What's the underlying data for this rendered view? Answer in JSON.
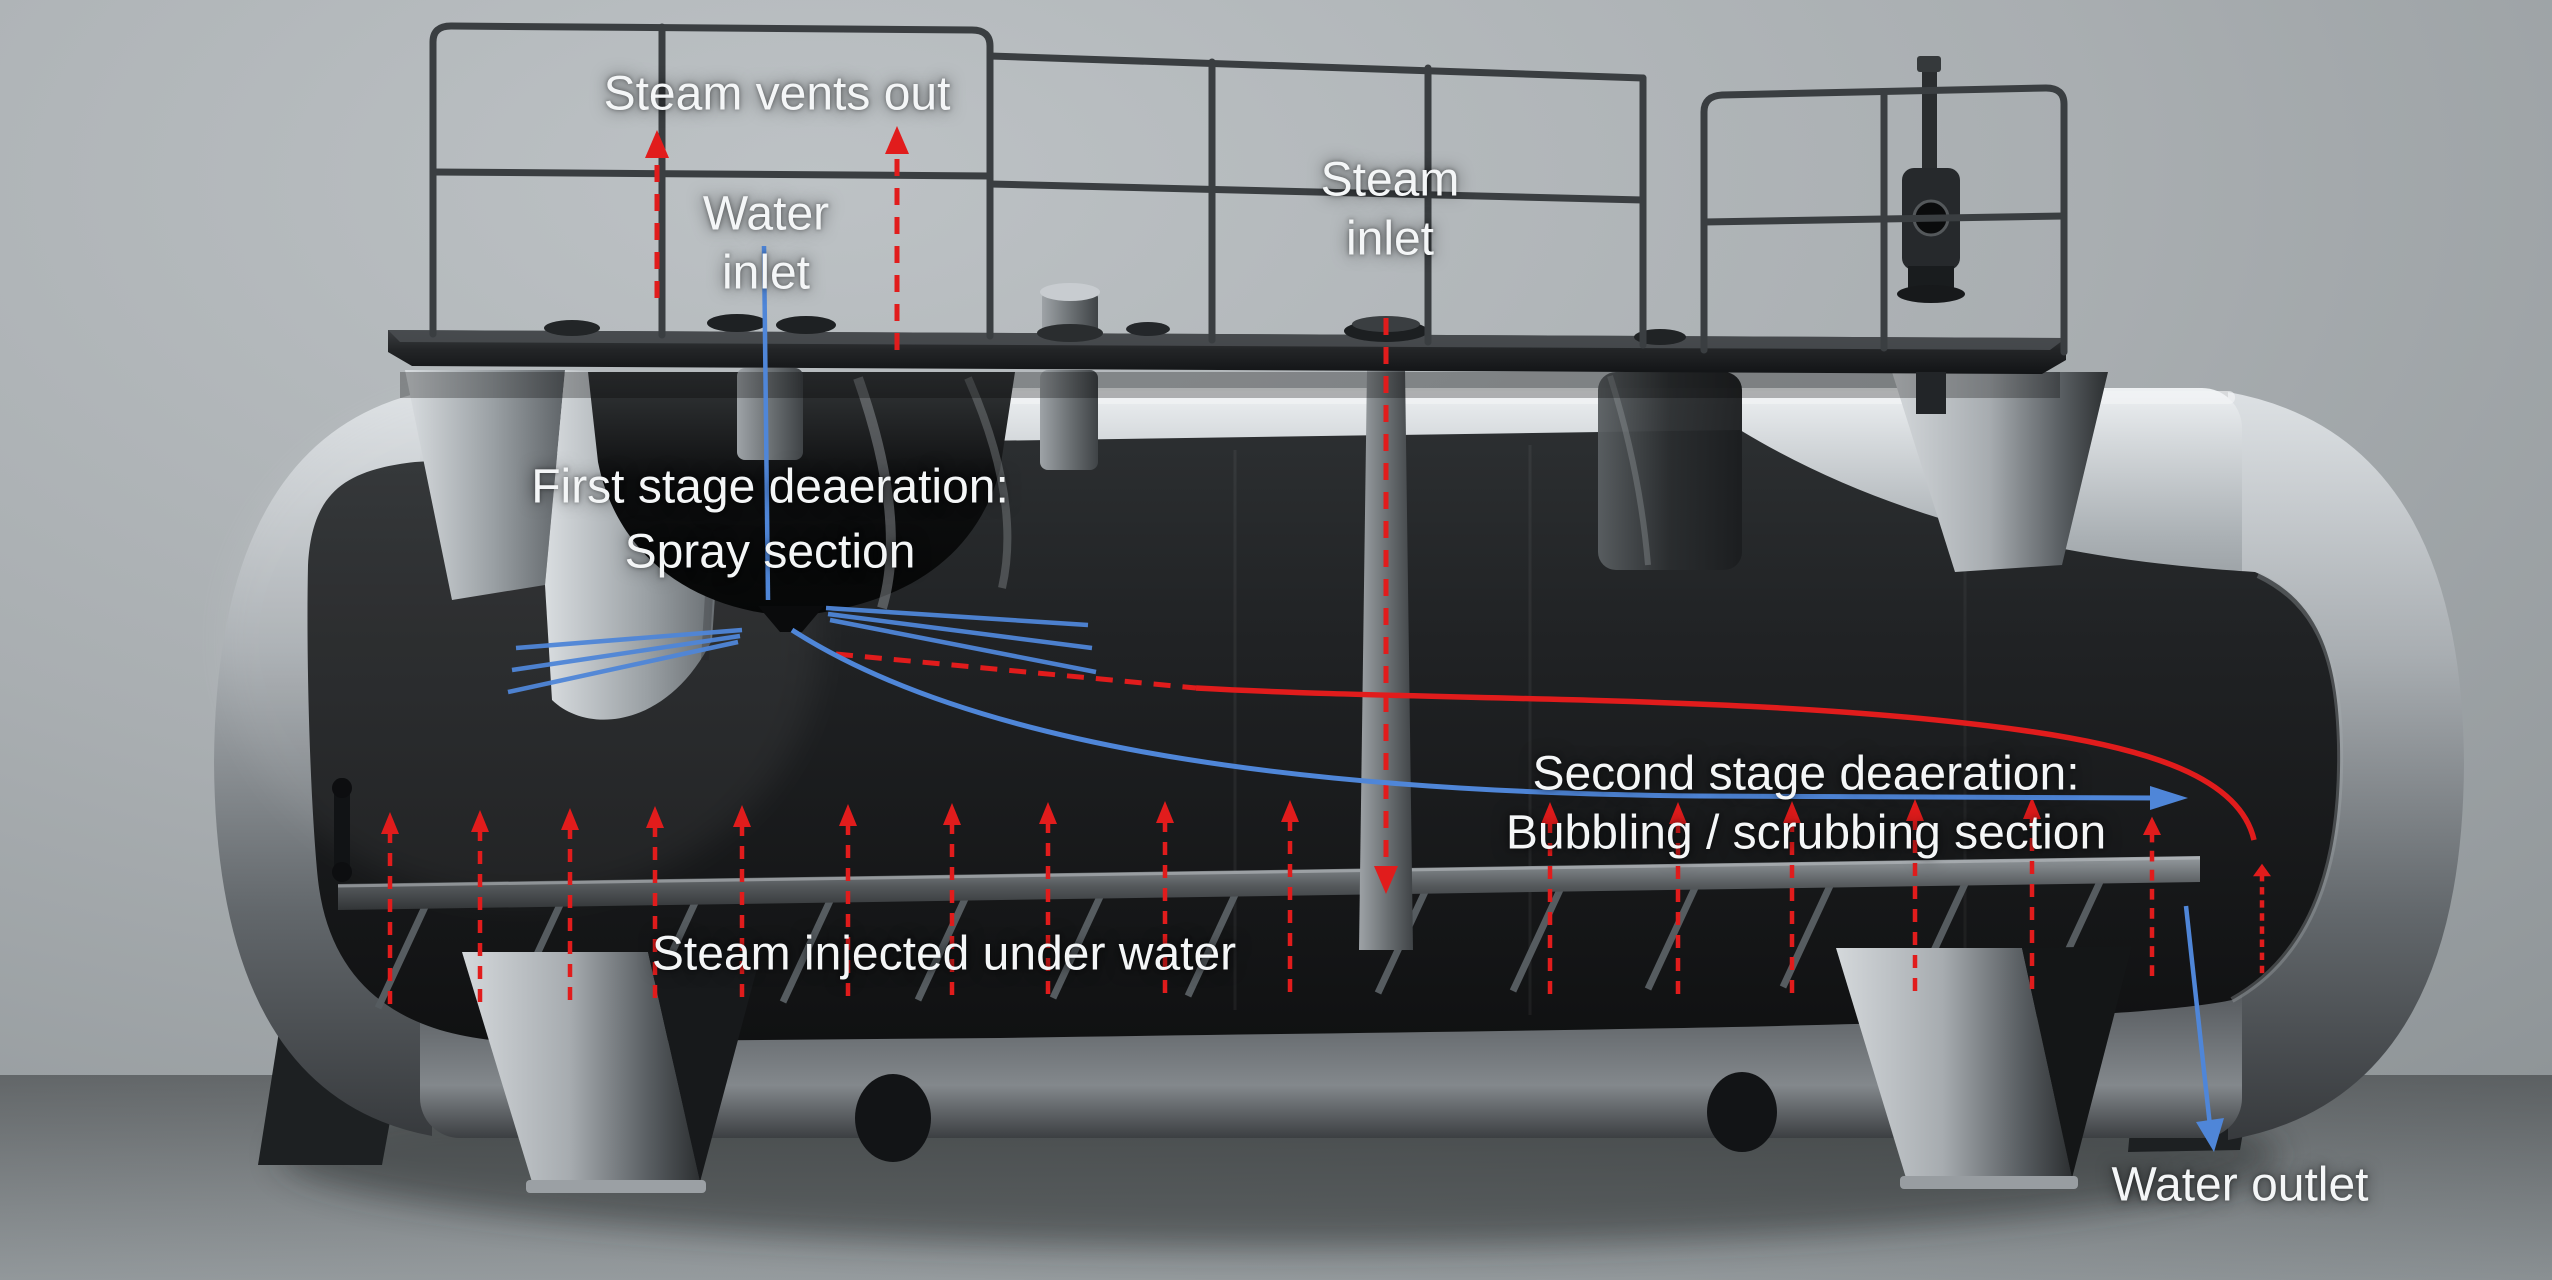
{
  "figure": {
    "type": "3d-cutaway-process-diagram",
    "subject": "Two-stage deaerator tank: spray deaeration and steam bubbling/scrubbing",
    "colors": {
      "steam_flow": "#e11c1c",
      "water_flow": "#4f86d8",
      "label_text": "#f4f6f7",
      "tank_silver": "#aeb3b7",
      "tank_interior": "#1c1e20",
      "background": "#a9aeb1"
    },
    "labels": {
      "steam_vents_out": {
        "text": "Steam vents out"
      },
      "water_inlet": {
        "line1": "Water",
        "line2": "inlet"
      },
      "steam_inlet": {
        "line1": "Steam",
        "line2": "inlet"
      },
      "first_stage": {
        "line1": "First stage deaeration:",
        "line2": "Spray section"
      },
      "second_stage": {
        "line1": "Second stage deaeration:",
        "line2": "Bubbling / scrubbing section"
      },
      "steam_injected": {
        "text": "Steam injected under water"
      },
      "water_outlet": {
        "text": "Water outlet"
      }
    },
    "flows": [
      {
        "name": "steam-vent",
        "medium": "steam",
        "style": "dashed",
        "direction": "up-through-deck",
        "arrow_count": 2
      },
      {
        "name": "steam-inlet-feed",
        "medium": "steam",
        "style": "dashed",
        "direction": "down-inlet-pipe",
        "arrow_count": 1
      },
      {
        "name": "steam-bubbles-underwater",
        "medium": "steam",
        "style": "dashed",
        "direction": "up-from-sparger",
        "arrow_count": 17
      },
      {
        "name": "steam-scrub-path",
        "medium": "steam",
        "style": "dashed-then-solid",
        "direction": "right-then-down-at-tank-end"
      },
      {
        "name": "water-inlet-feed",
        "medium": "water",
        "style": "solid",
        "direction": "down-to-spray-nozzle"
      },
      {
        "name": "water-spray-fan",
        "medium": "water",
        "style": "solid",
        "direction": "spray-left-right",
        "line_count": 6
      },
      {
        "name": "water-main-path",
        "medium": "water",
        "style": "solid-arrow",
        "direction": "curving-right"
      },
      {
        "name": "water-outlet-flow",
        "medium": "water",
        "style": "solid-arrow",
        "direction": "down-out-of-tank"
      }
    ]
  }
}
